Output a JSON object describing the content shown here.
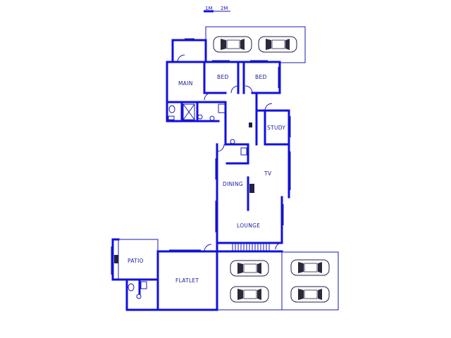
{
  "scale": {
    "label_1": "1M",
    "label_2": "2M"
  },
  "rooms": {
    "main": "MAIN",
    "bed_1": "BED",
    "bed_2": "BED",
    "study": "STUDY",
    "tv": "TV",
    "dining": "DINING",
    "lounge": "LOUNGE",
    "patio": "PATIO",
    "flatlet": "FLATLET"
  },
  "colors": {
    "wall": "#1010e0",
    "label": "#1a1a9a",
    "car": "#20204a"
  }
}
